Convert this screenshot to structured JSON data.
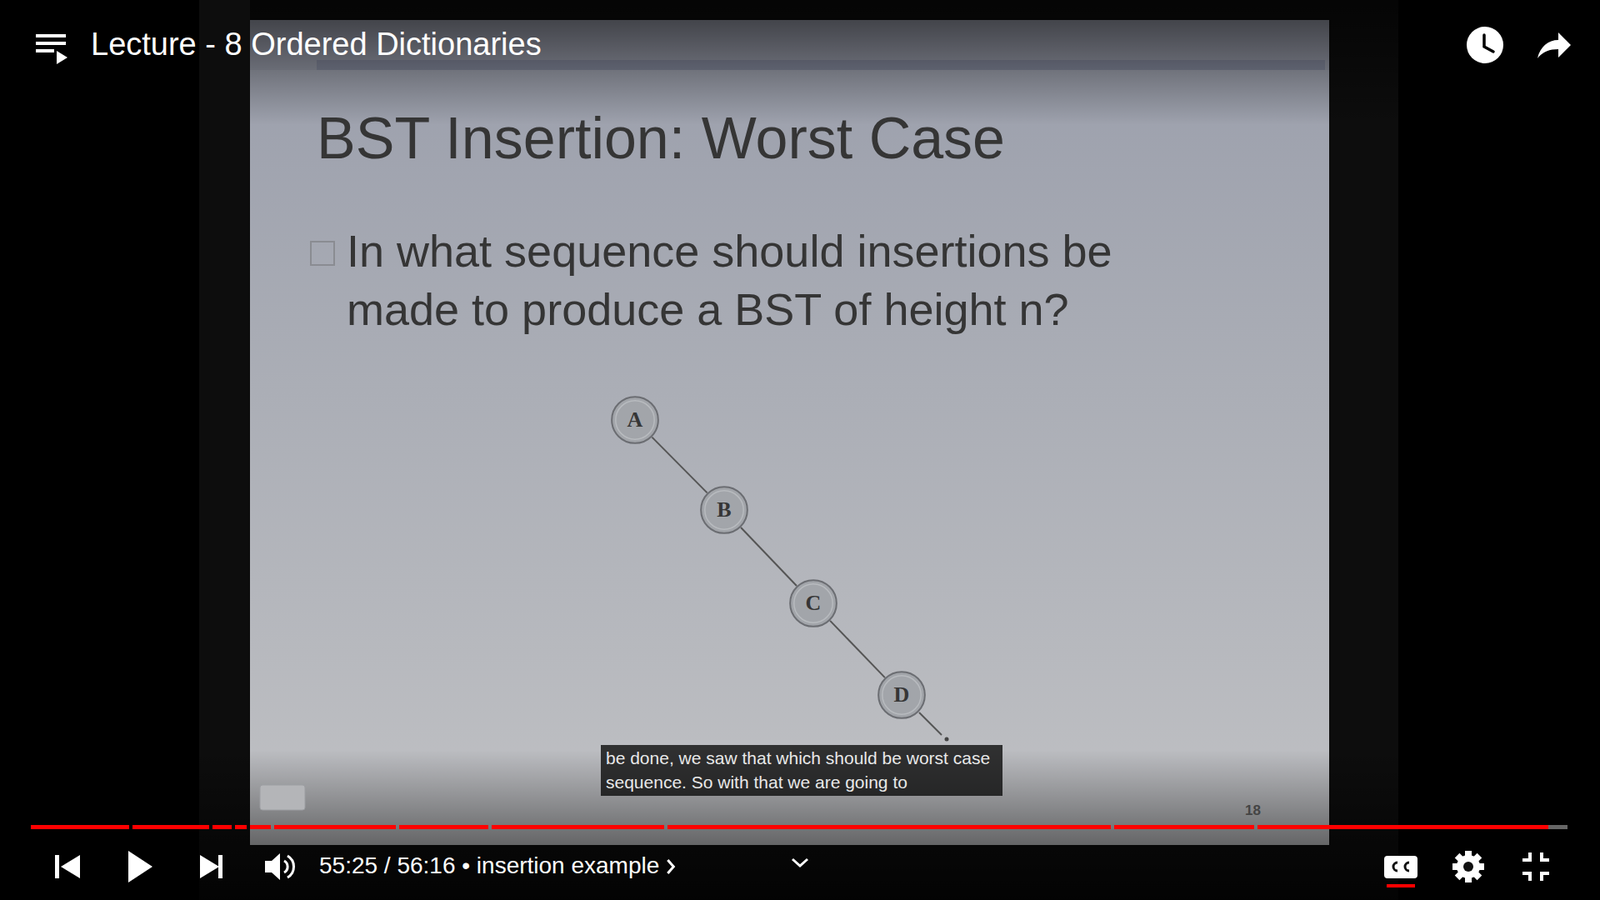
{
  "diagram": {
    "title": "BST Insertion: Worst Case",
    "nodes": [
      {
        "text": [
          "A"
        ]
      },
      {
        "text": [
          "B"
        ]
      },
      {
        "text": [
          "C"
        ]
      },
      {
        "text": [
          "D"
        ]
      }
    ],
    "edges": [
      {
        "from": 0,
        "to": 1,
        "arrow": "none"
      },
      {
        "from": 1,
        "to": 2,
        "arrow": "none"
      },
      {
        "from": 2,
        "to": 3,
        "arrow": "none"
      }
    ],
    "labels": [
      "Lecture - 8 Ordered Dictionaries",
      "In what sequence should insertions be made to produce a BST of height n?",
      "be done, we saw that which should be worst case sequence. So with that we are going to",
      "18",
      "55:25 / 56:16 • insertion example"
    ]
  }
}
